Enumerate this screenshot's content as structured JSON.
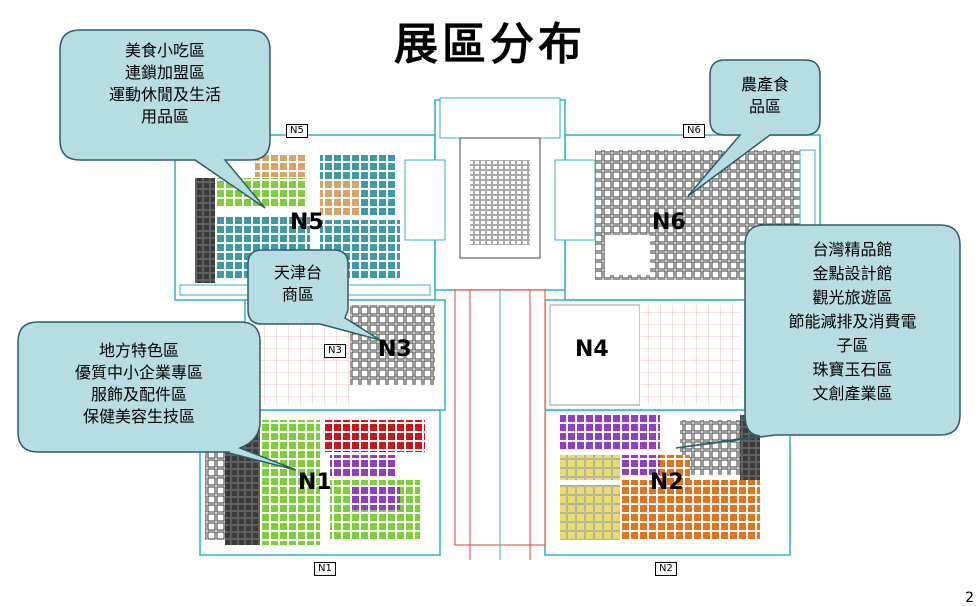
{
  "title": "展區分布",
  "colors": {
    "callout_fill": "#b7dde3",
    "callout_stroke": "#2b5d6b",
    "teal_booth": "#3e9aa4",
    "green_booth": "#7ccf3a",
    "orange_booth": "#e2741f",
    "tan_booth": "#d8a36a",
    "red_booth": "#c9171c",
    "purple_booth": "#8f3fc0",
    "yellow_booth": "#e6dc6a",
    "gray_booth": "#3b3b3b",
    "wall_red": "#e2452f"
  },
  "callouts": [
    {
      "id": "n5",
      "lines": [
        "美食小吃區",
        "連鎖加盟區",
        "運動休閒及生活",
        "用品區"
      ]
    },
    {
      "id": "n6",
      "lines": [
        "農產食",
        "品區"
      ]
    },
    {
      "id": "n3",
      "lines": [
        "天津台",
        "商區"
      ]
    },
    {
      "id": "n1",
      "lines": [
        "地方特色區",
        "優質中小企業專區",
        "服飾及配件區",
        "保健美容生技區"
      ]
    },
    {
      "id": "n2",
      "lines": [
        "台灣精品館",
        "金點設計館",
        "觀光旅遊區",
        "節能減排及消費電",
        "子區",
        "珠寶玉石區",
        "文創產業區"
      ]
    }
  ],
  "zones": {
    "n1": "N1",
    "n2": "N2",
    "n3": "N3",
    "n4": "N4",
    "n5": "N5",
    "n6": "N6"
  },
  "tags": {
    "n1": "N1",
    "n2": "N2",
    "n3": "N3",
    "n5": "N5",
    "n6": "N6"
  },
  "corner_mark": "2"
}
